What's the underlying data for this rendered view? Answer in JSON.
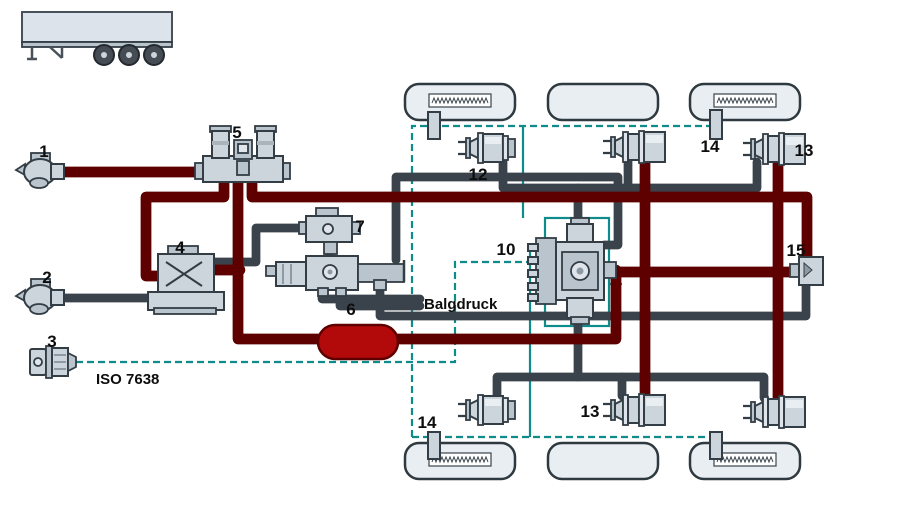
{
  "diagram": {
    "labels": {
      "coupling_supply": "1",
      "coupling_control": "2",
      "electrical_connector": "3",
      "valve_4": "4",
      "valve_5": "5",
      "valve_6": "6",
      "valve_7": "7",
      "modulator_10": "10",
      "chamber_12": "12",
      "chamber_13_top": "13",
      "chamber_13_bottom": "13",
      "sensor_14_top": "14",
      "sensor_14_bottom": "14",
      "valve_15": "15",
      "balgdruck": "Balgdruck",
      "iso_7638": "ISO 7638"
    },
    "colors": {
      "supply_line": "#b50b0b",
      "supply_line_outline": "#5e0000",
      "pneumatic_line": "#e8ecef",
      "pneumatic_line_outline": "#3a434b",
      "electric_line": "#0e8c8c",
      "component_fill": "#ccd5dc",
      "component_outline": "#333d45",
      "background": "#ffffff"
    }
  }
}
